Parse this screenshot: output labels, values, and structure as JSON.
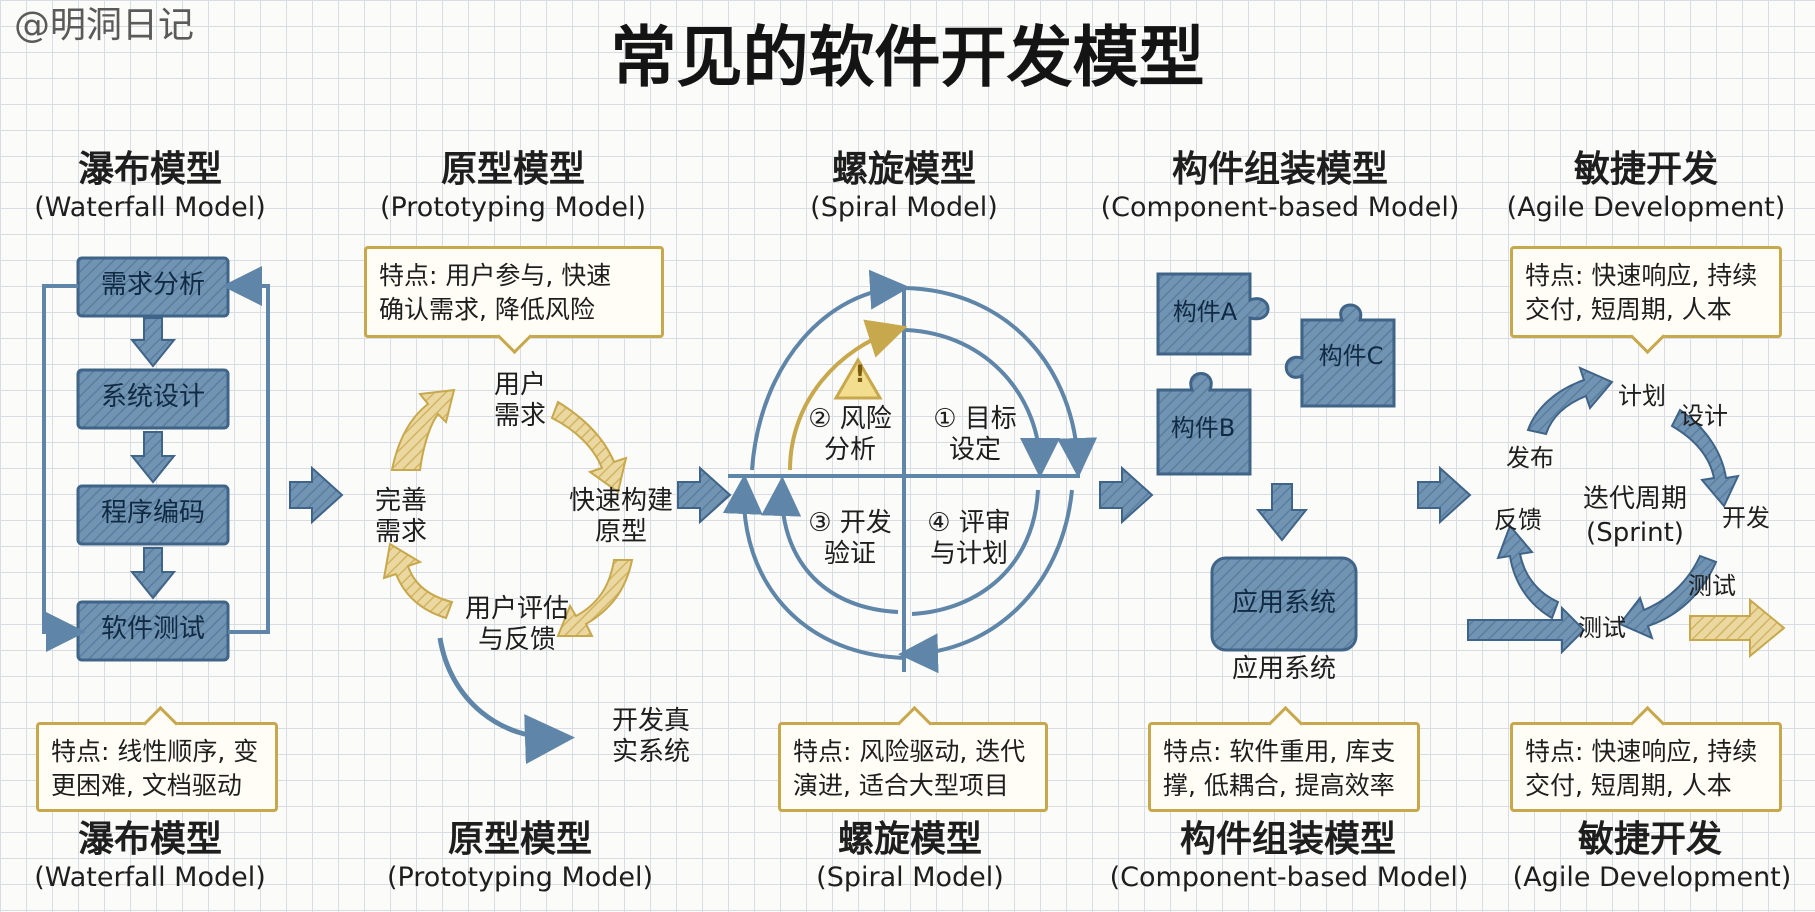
{
  "watermark": "@明洞日记",
  "title": "常见的软件开发模型",
  "colors": {
    "blue": "#5f86a8",
    "blue_fill": "#6e90b0",
    "gold": "#c8a84d",
    "gold_fill": "#e7cf8a",
    "grid": "#d9dde1"
  },
  "models": [
    {
      "name_cn": "瀑布模型",
      "name_en": "(Waterfall Model)",
      "note": "特点: 线性顺序, 变更困难, 文档驱动",
      "stages": [
        "需求分析",
        "系统设计",
        "程序编码",
        "软件测试"
      ]
    },
    {
      "name_cn": "原型模型",
      "name_en": "(Prototyping Model)",
      "note": "特点: 用户参与, 快速确认需求, 降低风险",
      "cycle": [
        "用户需求",
        "快速构建原型",
        "用户评估与反馈",
        "完善需求"
      ],
      "exit": "开发真实系统"
    },
    {
      "name_cn": "螺旋模型",
      "name_en": "(Spiral Model)",
      "note": "特点: 风险驱动, 迭代演进, 适合大型项目",
      "quadrants": [
        "① 目标设定",
        "② 风险分析",
        "③ 开发验证",
        "④ 评审与计划"
      ],
      "warning_symbol": "!"
    },
    {
      "name_cn": "构件组装模型",
      "name_en": "(Component-based Model)",
      "note": "特点: 软件重用, 库支撑, 低耦合, 提高效率",
      "components": [
        "构件A",
        "构件B",
        "构件C"
      ],
      "system_box": "应用系统",
      "system_label": "应用系统"
    },
    {
      "name_cn": "敏捷开发",
      "name_en": "(Agile Development)",
      "note_top": "特点: 快速响应, 持续交付, 短周期, 人本",
      "note": "特点: 快速响应, 持续交付, 短周期, 人本",
      "center_cn": "迭代周期",
      "center_en": "(Sprint)",
      "cycle_labels": [
        "计划",
        "设计",
        "开发",
        "测试",
        "测试",
        "反馈",
        "发布"
      ]
    }
  ],
  "split": {
    "prototype_note": [
      "特点: 用户参与, 快速",
      "确认需求, 降低风险"
    ],
    "waterfall_note": [
      "特点: 线性顺序, 变",
      "更困难, 文档驱动"
    ],
    "spiral_note": [
      "特点: 风险驱动, 迭代",
      "演进, 适合大型项目"
    ],
    "component_note": [
      "特点: 软件重用, 库支",
      "撑, 低耦合, 提高效率"
    ],
    "agile_note": [
      "特点: 快速响应, 持续",
      "交付, 短周期, 人本"
    ],
    "proto_cycle": [
      [
        "用户",
        "需求"
      ],
      [
        "快速构建",
        "原型"
      ],
      [
        "用户评估",
        "与反馈"
      ],
      [
        "完善",
        "需求"
      ]
    ],
    "proto_exit": [
      "开发真",
      "实系统"
    ],
    "spiral_q": [
      [
        "① 目标",
        "设定"
      ],
      [
        "② 风险",
        "分析"
      ],
      [
        "③ 开发",
        "验证"
      ],
      [
        "④ 评审",
        "与计划"
      ]
    ]
  }
}
